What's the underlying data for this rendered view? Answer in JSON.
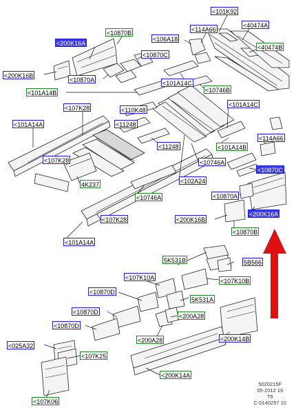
{
  "callouts": {
    "c_101K92": "<101K92",
    "c_40474A": "<40474A",
    "c_114A66_top": "<114A66",
    "c_106A18": "<106A18",
    "c_40474B": "<40474B",
    "c_10870B_top": "<10870B",
    "c_200K16A_top": "<200K16A",
    "c_10870C_top": "<10870C",
    "c_200K16B_top": "<200K16B",
    "c_10870A": "<10870A",
    "c_101A14C_top": "<101A14C",
    "c_10746B": "<10746B",
    "c_101A14B_left": "<101A14B",
    "c_107K28_top": "<107K28",
    "c_110K48": "<110K48",
    "c_101A14C_right": "<101A14C",
    "c_101A14A_top": "<101A14A",
    "c_11248_a": "<11248",
    "c_11248_b": "<11248",
    "c_101A14B_right": "<101A14B",
    "c_114A66_right": "<114A66",
    "c_107K28_mid": "<107K28",
    "c_10746A_mid": "<10746A",
    "c_10870C_right": "<10870C",
    "c_4K237": "4K237",
    "c_102A24": "<102A24",
    "c_10746A_low": "<10746A",
    "c_10870A_right": "<10870A",
    "c_200K16B_right": "<200K16B",
    "c_200K16A_right": "<200K16A",
    "c_107K28_low": "<107K28",
    "c_10870B_right": "<10870B",
    "c_101A14A_low": "<101A14A",
    "c_5K531B": "5K531B",
    "c_5B566": "5B566",
    "c_107K10A": "<107K10A",
    "c_107K10B": "<107K10B",
    "c_10870D_a": "<10870D",
    "c_5K531A": "5K531A",
    "c_10870D_b": "<10870D",
    "c_200A28_a": "<200A28",
    "c_10870D_c": "<10870D",
    "c_200K14B": "<200K14B",
    "c_200A28_b": "<200A28",
    "c_025A32": "<025A32",
    "c_107K25": "<107K25",
    "c_200K14A": "<200K14A",
    "c_107K06": "<107K06"
  },
  "reference": {
    "line1": "5020215F",
    "line2": "05-2012 19",
    "line3": "T9",
    "line4": "C-0140257 10"
  },
  "colors": {
    "label_blue_border": "#1a1aff",
    "label_green_border": "#1c8a1c",
    "label_filled": "#3b3bdd",
    "arrow_red": "#e01010"
  },
  "icons": {
    "highlight_arrow": "up-arrow-icon"
  }
}
